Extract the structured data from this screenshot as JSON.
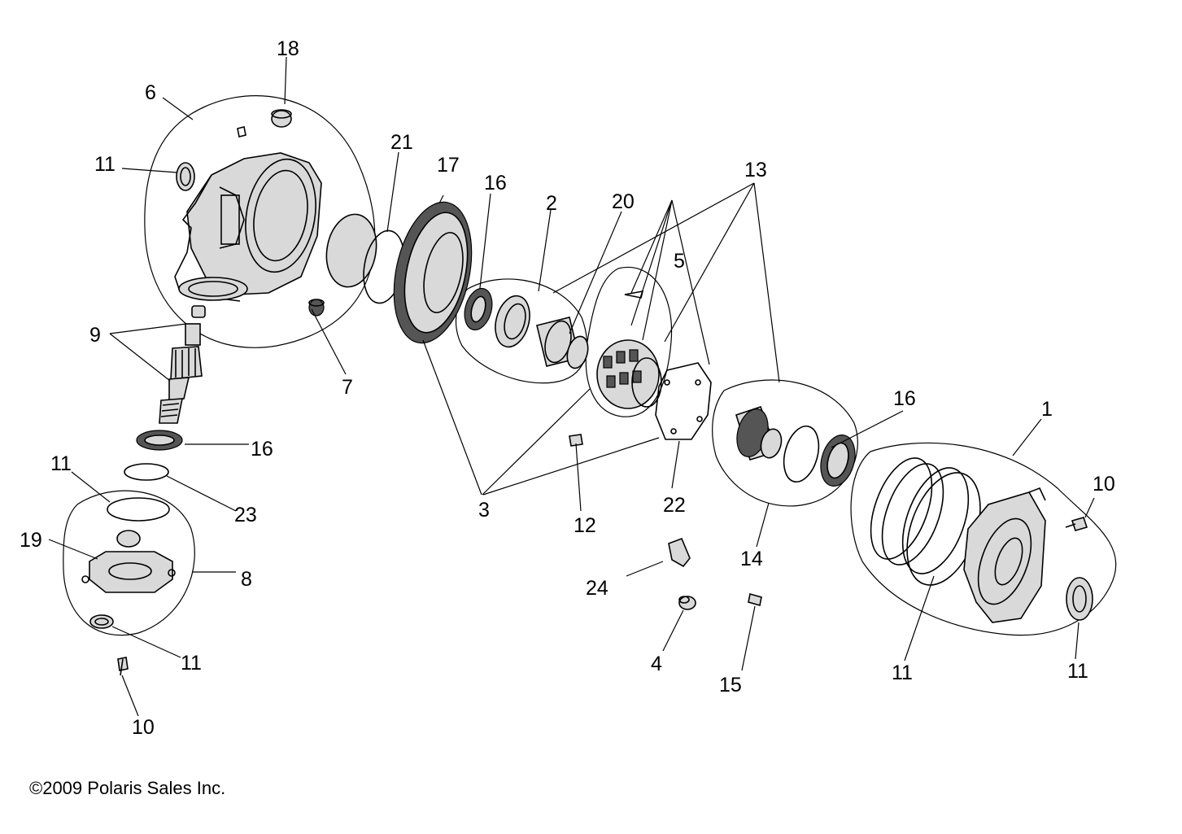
{
  "copyright": "©2009  Polaris Sales Inc.",
  "callouts": {
    "c1": "1",
    "c2": "2",
    "c3": "3",
    "c4": "4",
    "c5": "5",
    "c6": "6",
    "c7": "7",
    "c8": "8",
    "c9": "9",
    "c10a": "10",
    "c10b": "10",
    "c11a": "11",
    "c11b": "11",
    "c11c": "11",
    "c11d": "11",
    "c11e": "11",
    "c12": "12",
    "c13": "13",
    "c14": "14",
    "c15": "15",
    "c16a": "16",
    "c16b": "16",
    "c16c": "16",
    "c17": "17",
    "c18": "18",
    "c19": "19",
    "c20": "20",
    "c21": "21",
    "c22": "22",
    "c23": "23",
    "c24": "24"
  }
}
